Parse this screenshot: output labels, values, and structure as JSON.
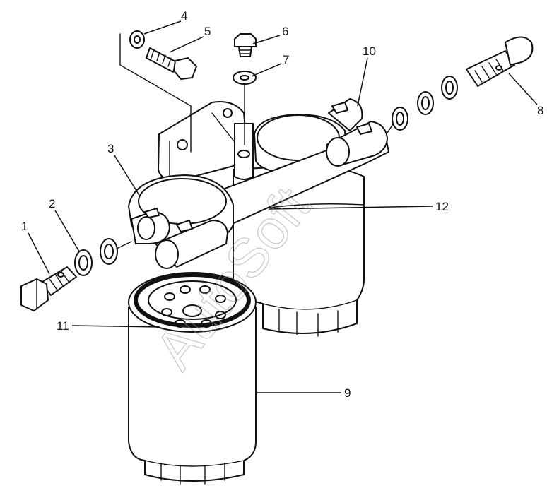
{
  "callouts": {
    "c1": "1",
    "c2": "2",
    "c3": "3",
    "c4": "4",
    "c5": "5",
    "c6": "6",
    "c7": "7",
    "c8": "8",
    "c9": "9",
    "c10": "10",
    "c11": "11",
    "c12": "12"
  },
  "watermark": "AutoSoft",
  "colors": {
    "line": "#111111",
    "background": "#ffffff",
    "watermark": "#9a9a9a"
  }
}
